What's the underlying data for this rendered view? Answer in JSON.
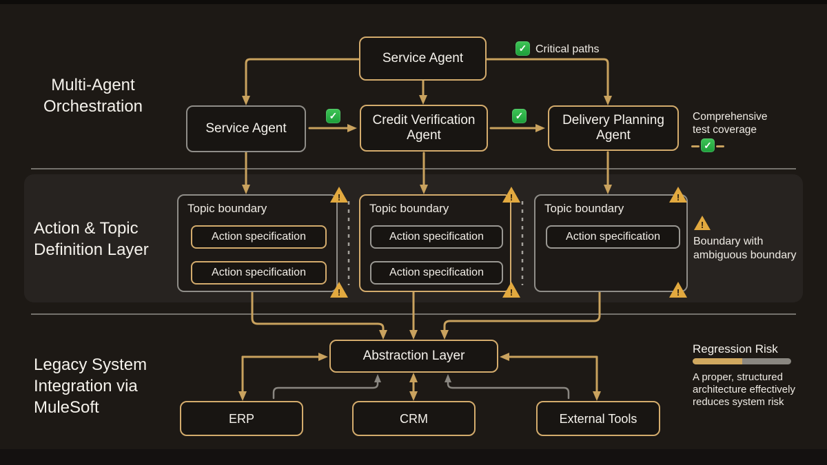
{
  "sections": {
    "orchestration": "Multi-Agent Orchestration",
    "action_topic": "Action & Topic Definition Layer",
    "legacy": "Legacy System Integration via MuleSoft"
  },
  "nodes": {
    "service_agent_top": "Service Agent",
    "service_agent": "Service Agent",
    "credit_verification": "Credit Verification Agent",
    "delivery_planning": "Delivery Planning Agent",
    "abstraction_layer": "Abstraction Layer",
    "erp": "ERP",
    "crm": "CRM",
    "external_tools": "External Tools"
  },
  "topics": [
    {
      "title": "Topic boundary",
      "actions": [
        "Action specification",
        "Action specification"
      ]
    },
    {
      "title": "Topic boundary",
      "actions": [
        "Action specification",
        "Action specification"
      ]
    },
    {
      "title": "Topic boundary",
      "actions": [
        "Action specification"
      ]
    }
  ],
  "legends": {
    "critical_paths": "Critical paths",
    "test_coverage": "Comprehensive test coverage",
    "ambiguous_boundary": "Boundary with ambiguous boundary",
    "regression": {
      "title": "Regression Risk",
      "note": "A proper, structured architecture effectively reduces system risk",
      "value_pct": 50
    }
  },
  "icons": {
    "check": "check-icon",
    "warning": "warning-icon"
  },
  "colors": {
    "background": "#1d1915",
    "panel": "#272320",
    "gold": "#c9a25e",
    "gold_border": "#d4ac6d",
    "gray": "#8a8781",
    "green": "#1d9e3a",
    "warning": "#e2a93f",
    "text": "#f3efe8"
  },
  "glyphs": {
    "check_mark": "✓",
    "exclamation": "!"
  }
}
